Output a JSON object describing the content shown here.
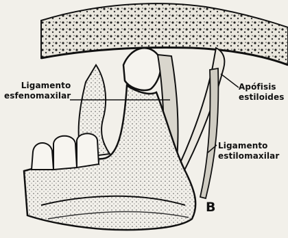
{
  "labels": {
    "sphenomandibular": {
      "line1": "Ligamento",
      "line2": "esfenomaxilar"
    },
    "styloid": {
      "line1": "Apófisis",
      "line2": "estiloides"
    },
    "stylomandibular": {
      "line1": "Ligamento",
      "line2": "estilomaxilar"
    }
  },
  "panel_letter": "B",
  "colors": {
    "ink": "#111111",
    "paper": "#f2f0ea",
    "shade": "#3a3a3a"
  }
}
